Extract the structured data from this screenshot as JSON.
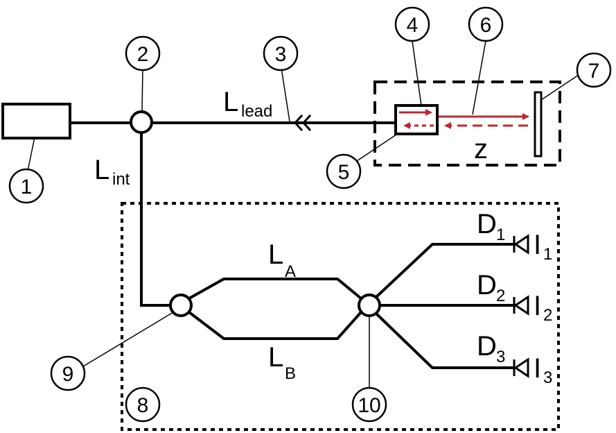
{
  "callouts": {
    "c1": "1",
    "c2": "2",
    "c3": "3",
    "c4": "4",
    "c5": "5",
    "c6": "6",
    "c7": "7",
    "c8": "8",
    "c9": "9",
    "c10": "10"
  },
  "labels": {
    "L_lead": {
      "main": "L",
      "sub": "lead"
    },
    "L_int": {
      "main": "L",
      "sub": "int"
    },
    "L_A": {
      "main": "L",
      "sub": "A"
    },
    "L_B": {
      "main": "L",
      "sub": "B"
    },
    "z": "z",
    "D1": {
      "main": "D",
      "sub": "1"
    },
    "D2": {
      "main": "D",
      "sub": "2"
    },
    "D3": {
      "main": "D",
      "sub": "3"
    },
    "I1": {
      "main": "I",
      "sub": "1"
    },
    "I2": {
      "main": "I",
      "sub": "2"
    },
    "I3": {
      "main": "I",
      "sub": "3"
    }
  },
  "colors": {
    "line": "#000000",
    "beam": "#c1272d"
  }
}
